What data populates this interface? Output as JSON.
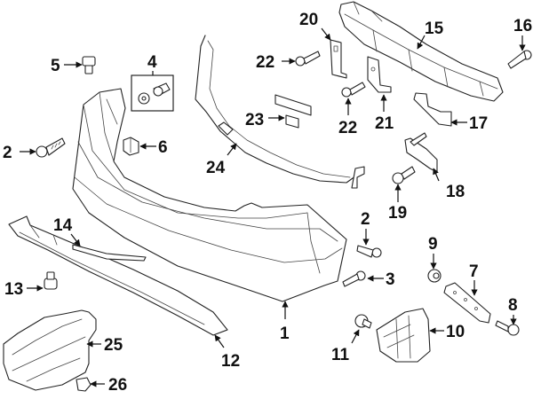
{
  "diagram": {
    "title": "Rear bumper exploded parts diagram",
    "callouts": [
      {
        "id": "c1",
        "label": "1",
        "part": "bumper-cover"
      },
      {
        "id": "c2a",
        "label": "2",
        "part": "screw-left"
      },
      {
        "id": "c2b",
        "label": "2",
        "part": "screw-right"
      },
      {
        "id": "c3",
        "label": "3",
        "part": "bolt"
      },
      {
        "id": "c4",
        "label": "4",
        "part": "fastener-kit"
      },
      {
        "id": "c5",
        "label": "5",
        "part": "push-clip"
      },
      {
        "id": "c6",
        "label": "6",
        "part": "clip-nut"
      },
      {
        "id": "c7",
        "label": "7",
        "part": "side-bracket"
      },
      {
        "id": "c8",
        "label": "8",
        "part": "bolt-right"
      },
      {
        "id": "c9",
        "label": "9",
        "part": "nut"
      },
      {
        "id": "c10",
        "label": "10",
        "part": "side-support-bracket"
      },
      {
        "id": "c11",
        "label": "11",
        "part": "bolt-lower"
      },
      {
        "id": "c12",
        "label": "12",
        "part": "lower-valance"
      },
      {
        "id": "c13",
        "label": "13",
        "part": "retainer"
      },
      {
        "id": "c14",
        "label": "14",
        "part": "trim-strip"
      },
      {
        "id": "c15",
        "label": "15",
        "part": "impact-bar"
      },
      {
        "id": "c16",
        "label": "16",
        "part": "bolt-top-right"
      },
      {
        "id": "c17",
        "label": "17",
        "part": "bar-bracket"
      },
      {
        "id": "c18",
        "label": "18",
        "part": "harness-bracket"
      },
      {
        "id": "c19",
        "label": "19",
        "part": "bolt-harness"
      },
      {
        "id": "c20",
        "label": "20",
        "part": "bracket-upper"
      },
      {
        "id": "c21",
        "label": "21",
        "part": "bracket-lower"
      },
      {
        "id": "c22a",
        "label": "22",
        "part": "screw-upper"
      },
      {
        "id": "c22b",
        "label": "22",
        "part": "screw-lower"
      },
      {
        "id": "c23",
        "label": "23",
        "part": "sensor-bracket"
      },
      {
        "id": "c24",
        "label": "24",
        "part": "wiring-harness"
      },
      {
        "id": "c25",
        "label": "25",
        "part": "splash-shield"
      },
      {
        "id": "c26",
        "label": "26",
        "part": "shield-nut"
      }
    ]
  }
}
